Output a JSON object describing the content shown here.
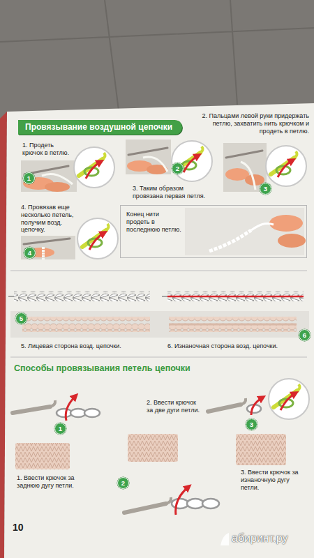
{
  "diagram": {
    "title": "Провязывание воздушной цепочки",
    "nodes": [
      {
        "text": [
          "1"
        ]
      },
      {
        "text": [
          "2"
        ]
      },
      {
        "text": [
          "3"
        ]
      },
      {
        "text": [
          "4"
        ]
      },
      {
        "text": [
          "Конец нити продеть в последнюю петлю."
        ]
      },
      {
        "text": [
          "5"
        ]
      },
      {
        "text": [
          "6"
        ]
      },
      {
        "text": [
          "1"
        ]
      },
      {
        "text": [
          "2"
        ]
      },
      {
        "text": [
          "3"
        ]
      }
    ],
    "labels": [
      "2. Пальцами левой руки придержать петлю, захватить нить крючком и продеть в петлю.",
      "1. Продеть крючок в петлю.",
      "3. Таким образом провязана первая петля.",
      "4. Провязав еще несколько петель, получим возд. цепочку.",
      "5. Лицевая сторона возд. цепочки.",
      "6. Изнаночная сторона возд. цепочки.",
      "Способы провязывания петель цепочки",
      "2. Ввести крючок за две дуги петли.",
      "1. Ввести крючок за заднюю дугу петли.",
      "3. Ввести крючок за изнаночную дугу петли.",
      "10",
      "абиринт.ру"
    ]
  }
}
